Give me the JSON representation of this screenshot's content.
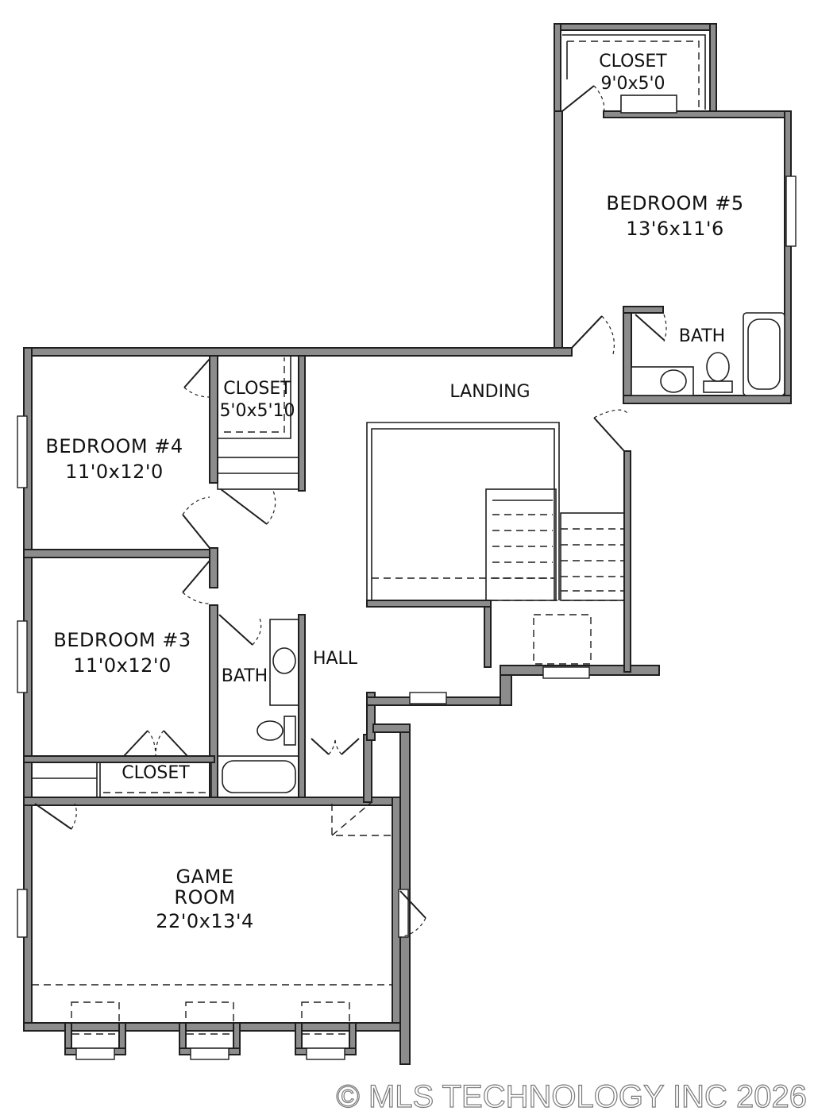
{
  "rooms": {
    "closet_bed5": {
      "name": "CLOSET",
      "size": "9'0x5'0"
    },
    "bedroom5": {
      "name": "BEDROOM #5",
      "size": "13'6x11'6"
    },
    "bath_bed5": {
      "name": "BATH"
    },
    "landing": {
      "name": "LANDING"
    },
    "bedroom4": {
      "name": "BEDROOM #4",
      "size": "11'0x12'0"
    },
    "closet_bed4": {
      "name": "CLOSET",
      "size": "5'0x5'10"
    },
    "bedroom3": {
      "name": "BEDROOM #3",
      "size": "11'0x12'0"
    },
    "bath_hall": {
      "name": "BATH"
    },
    "hall": {
      "name": "HALL"
    },
    "closet_bed3": {
      "name": "CLOSET"
    },
    "game_room": {
      "name_line1": "GAME",
      "name_line2": "ROOM",
      "size": "22'0x13'4"
    }
  },
  "watermark": "© MLS TECHNOLOGY INC 2026",
  "colors": {
    "wall_fill": "#8c8c8c",
    "line": "#1f1f1f",
    "background": "#ffffff"
  }
}
